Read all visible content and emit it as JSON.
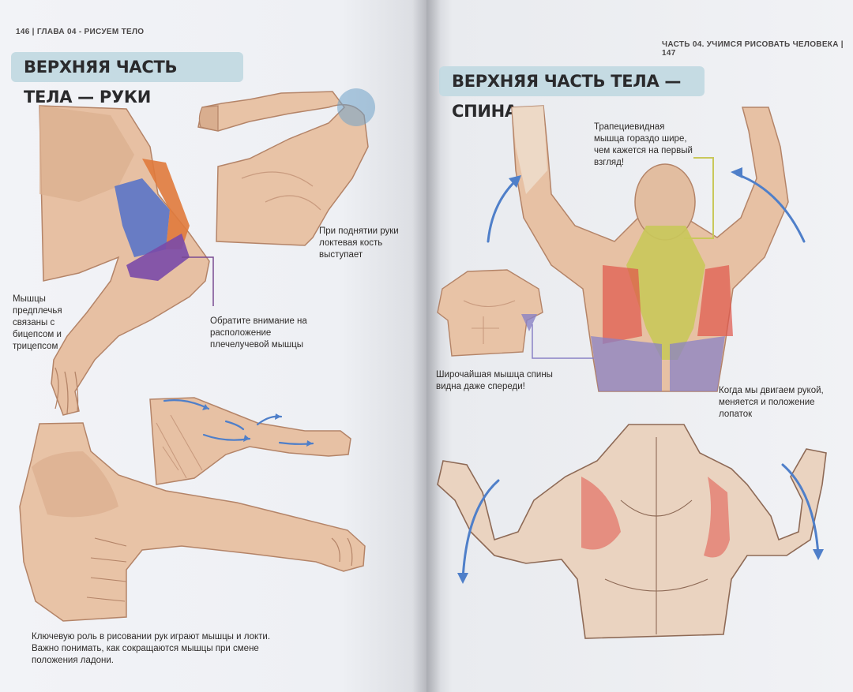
{
  "left_page": {
    "header": "146 | ГЛАВА 04 - РИСУЕМ ТЕЛО",
    "title": "ВЕРХНЯЯ ЧАСТЬ ТЕЛА — РУКИ",
    "captions": {
      "elbow": "При поднятии руки локтевая кость выступает",
      "forearm": "Мышцы предплечья связаны с бицепсом и трицепсом",
      "brachioradialis": "Обратите внимание на расположение плечелучевой мышцы",
      "bottom": "Ключевую роль в рисовании рук играют мышцы и локти. Важно понимать, как сокращаются мышцы при смене положения ладони."
    }
  },
  "right_page": {
    "header": "ЧАСТЬ 04. УЧИМСЯ РИСОВАТЬ ЧЕЛОВЕКА | 147",
    "title": "ВЕРХНЯЯ ЧАСТЬ ТЕЛА — СПИНА",
    "captions": {
      "trapezius": "Трапециевидная мышца гораздо шире, чем кажется на первый взгляд!",
      "latissimus": "Широчайшая мышца спины видна даже спереди!",
      "scapula": "Когда мы двигаем рукой, меняется и положение лопаток"
    }
  },
  "colors": {
    "title_bg": "#c5dbe3",
    "skin": "#e9c6ab",
    "skin_shadow": "#c99b7f",
    "arrow_blue": "#4f7fc9",
    "biceps_blue": "#5a74c8",
    "triceps_orange": "#e07a3c",
    "brachial_purple": "#7a4aa8",
    "trap_yellow": "#c9c85a",
    "lat_red": "#e0564a",
    "lat_purple": "#8a82c6",
    "pointer_line": "#7a4a92"
  }
}
